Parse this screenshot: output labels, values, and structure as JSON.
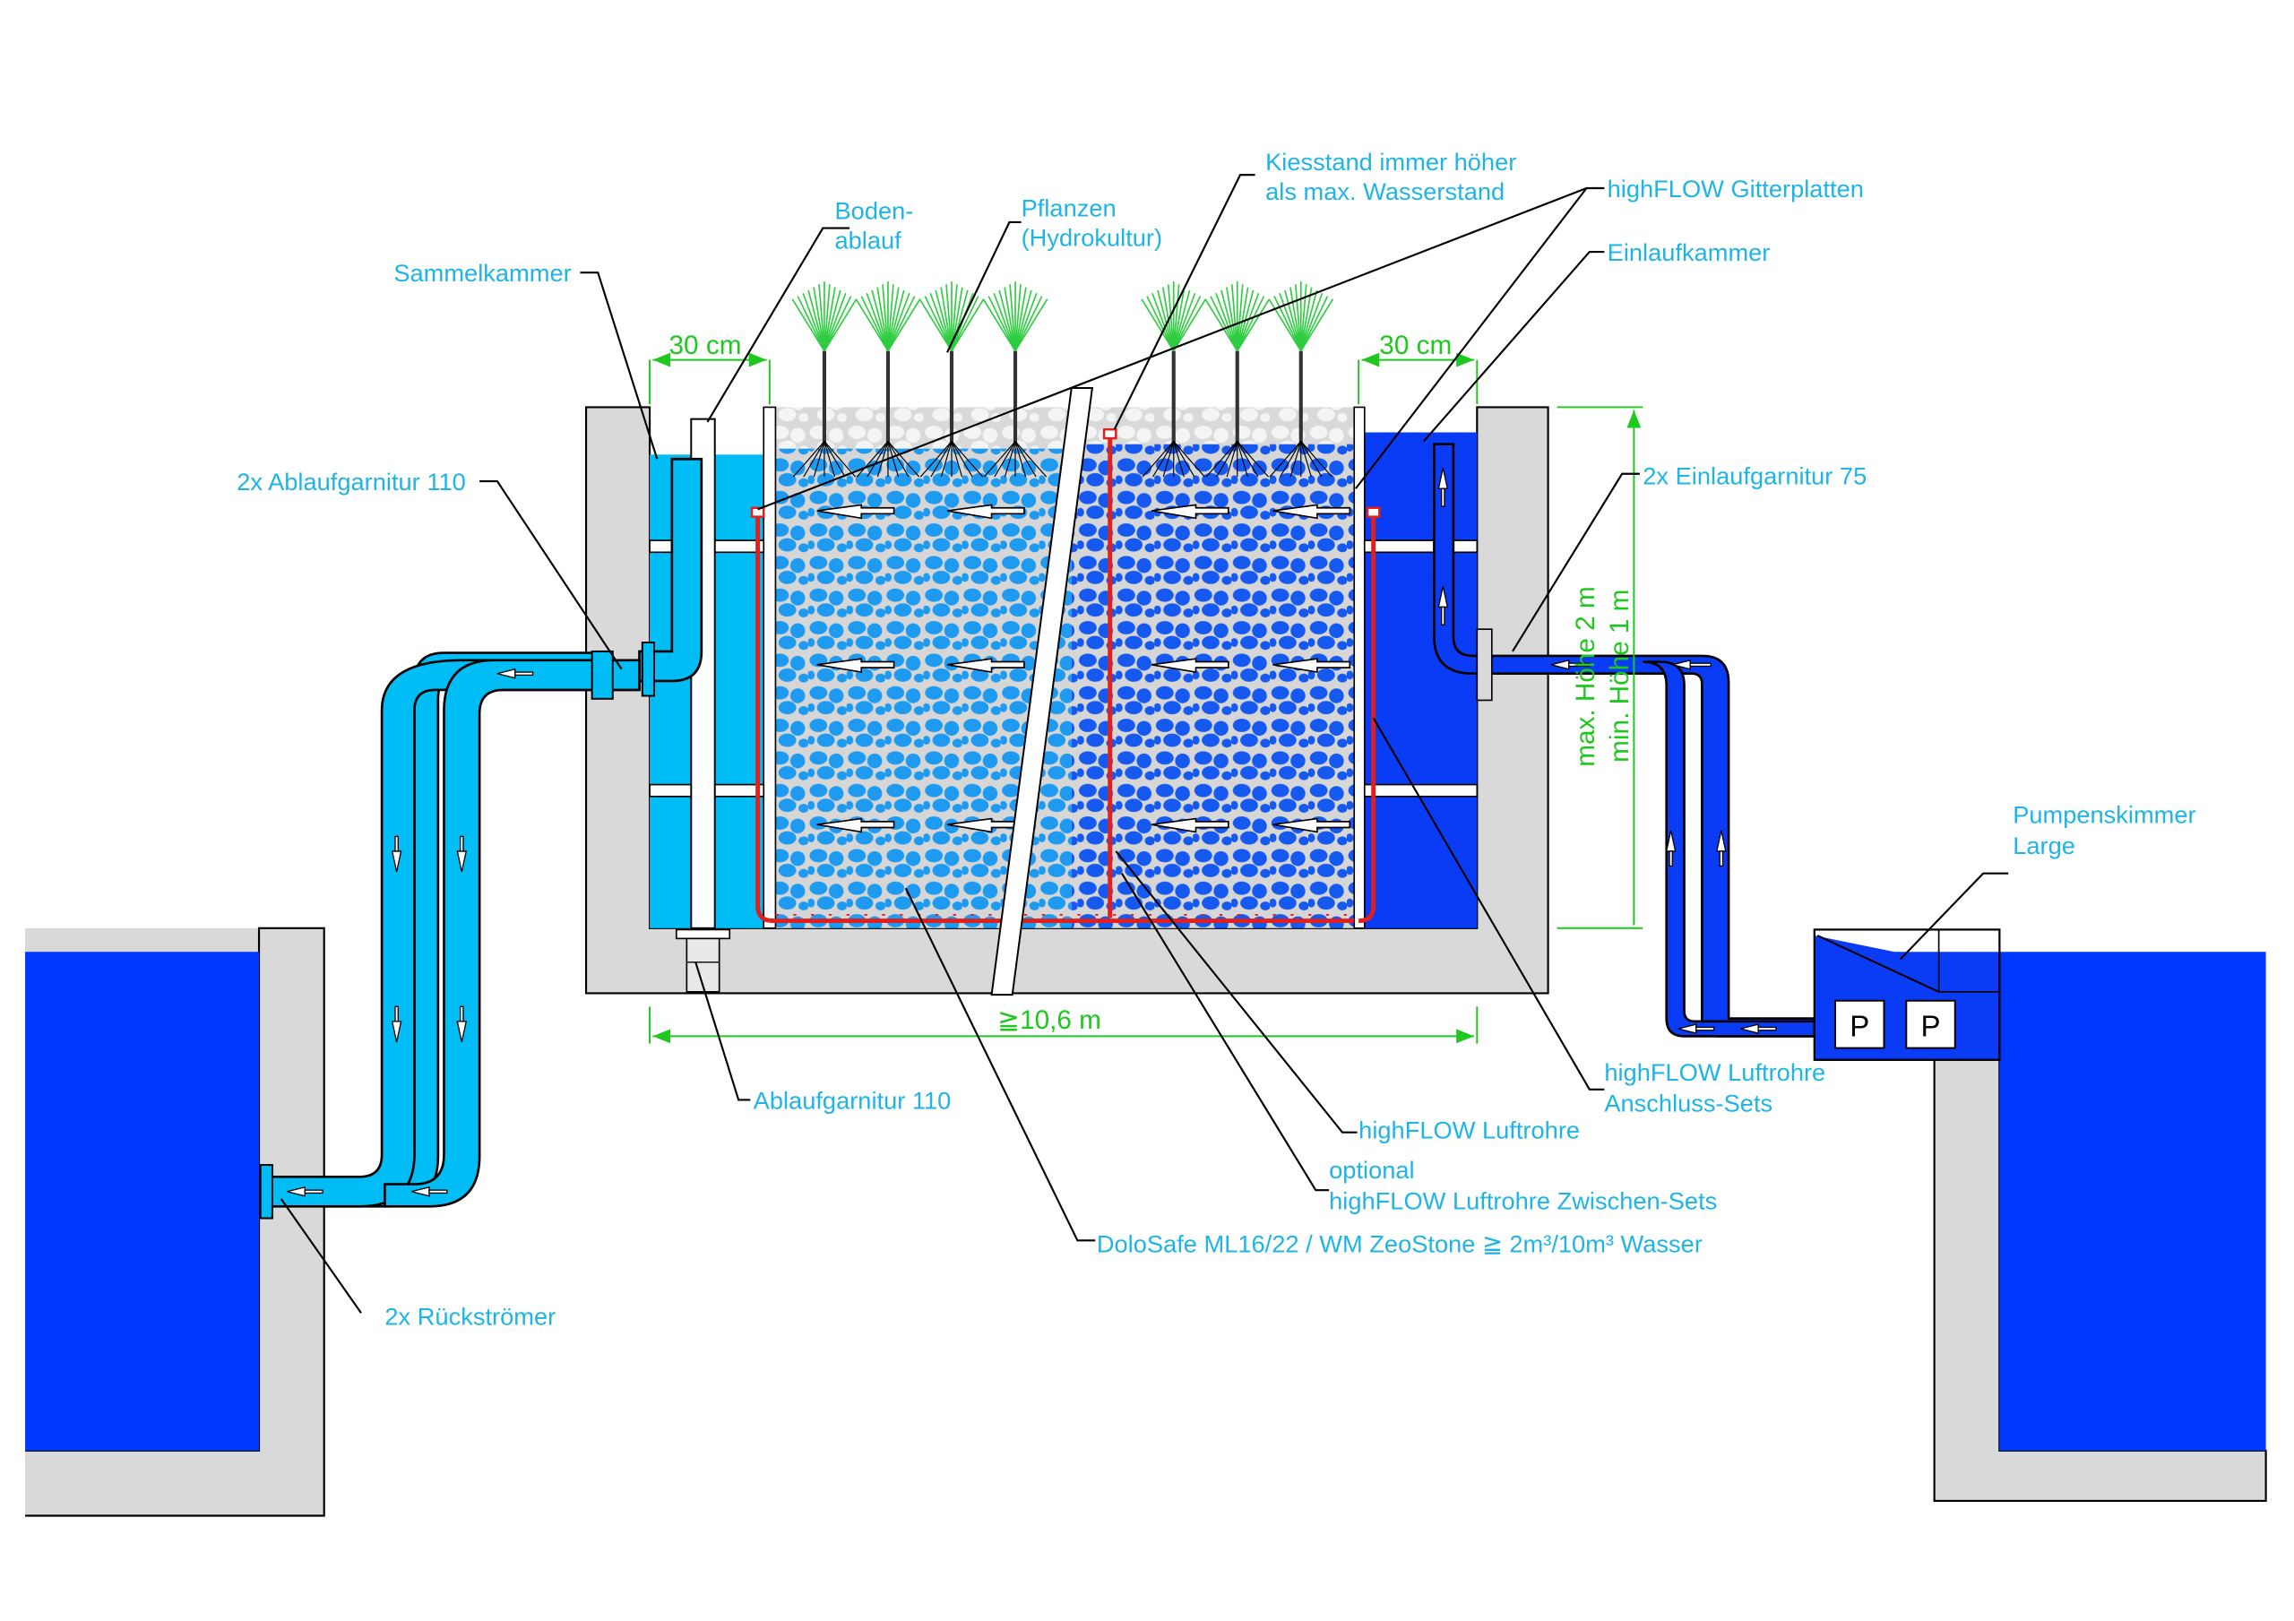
{
  "title": "Pflanzenfilter / Kiesfilter Schnittzeichnung",
  "colors": {
    "pond_water": "#0038ff",
    "light_pipe": "#00bef5",
    "dark_pipe": "#0a3cf5",
    "wall": "#d9d9d9",
    "label": "#1fb4e6",
    "dimension": "#1ec81e",
    "air_tube": "#e0201e",
    "plants": "#2ecc40"
  },
  "labels": {
    "sammelkammer": "Sammelkammer",
    "bodenablauf_1": "Boden-",
    "bodenablauf_2": "ablauf",
    "pflanzen_1": "Pflanzen",
    "pflanzen_2": "(Hydrokultur)",
    "kiesstand_1": "Kiesstand immer höher",
    "kiesstand_2": "als max. Wasserstand",
    "gitterplatten": "highFLOW Gitterplatten",
    "einlaufkammer": "Einlaufkammer",
    "ablaufgarnitur_2x": "2x Ablaufgarnitur 110",
    "einlaufgarnitur_2x": "2x Einlaufgarnitur 75",
    "pumpenskimmer_1": "Pumpenskimmer",
    "pumpenskimmer_2": "Large",
    "ablaufgarnitur": "Ablaufgarnitur 110",
    "luftrohre_anschluss_1": "highFLOW Luftrohre",
    "luftrohre_anschluss_2": "Anschluss-Sets",
    "luftrohre": "highFLOW Luftrohre",
    "optional": "optional",
    "luftrohre_zwischen": "highFLOW Luftrohre Zwischen-Sets",
    "substrate": "DoloSafe ML16/22  /  WM ZeoStone ≧ 2m³/10m³ Wasser",
    "rueckstroemer": "2x Rückströmer"
  },
  "dimensions": {
    "left_chamber_width": "30 cm",
    "right_chamber_width": "30 cm",
    "max_height": "max. Höhe 2 m",
    "min_height": "min. Höhe 1 m",
    "length": "≧10,6 m"
  },
  "pumps": [
    {
      "label": "P"
    },
    {
      "label": "P"
    }
  ]
}
